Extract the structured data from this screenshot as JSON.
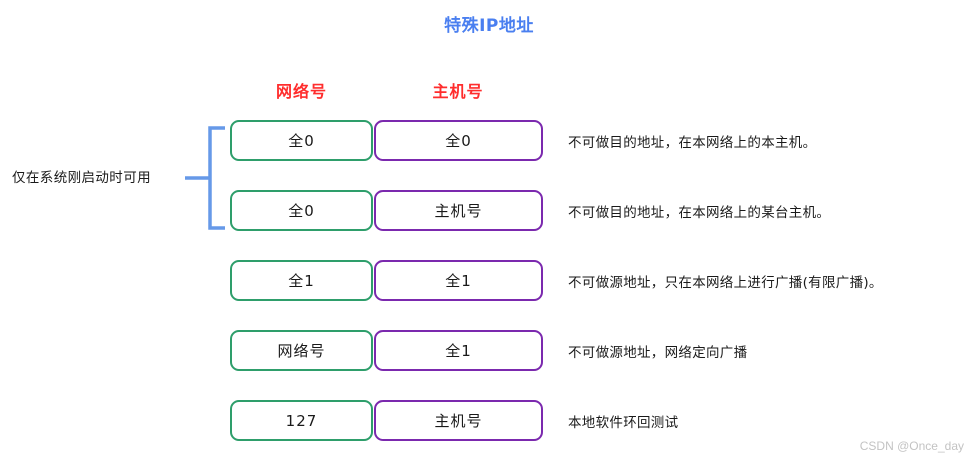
{
  "title": "特殊IP地址",
  "columns": {
    "network_label": "网络号",
    "host_label": "主机号"
  },
  "note": {
    "text": "仅在系统刚启动时可用",
    "bracket_color": "#6699e8",
    "spans_rows": 2
  },
  "colors": {
    "title": "#4a7ff0",
    "header": "#ff2d2d",
    "network_box_border": "#2e9e6b",
    "host_box_border": "#7b29ae",
    "text": "#1a1a1a",
    "watermark": "#c3c3c3"
  },
  "rows": [
    {
      "network": "全0",
      "host": "全0",
      "description": "不可做目的地址，在本网络上的本主机。"
    },
    {
      "network": "全0",
      "host": "主机号",
      "description": "不可做目的地址，在本网络上的某台主机。"
    },
    {
      "network": "全1",
      "host": "全1",
      "description": "不可做源地址，只在本网络上进行广播(有限广播)。"
    },
    {
      "network": "网络号",
      "host": "全1",
      "description": "不可做源地址，网络定向广播"
    },
    {
      "network": "127",
      "host": "主机号",
      "description": "本地软件环回测试"
    }
  ],
  "watermark": "CSDN @Once_day"
}
